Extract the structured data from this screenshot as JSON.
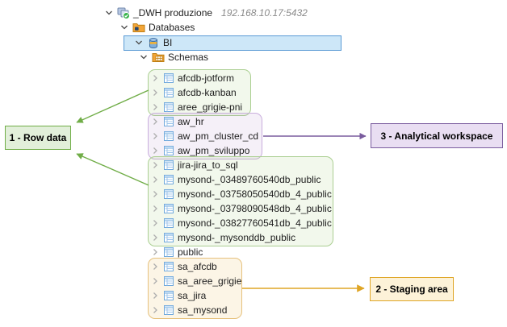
{
  "app": {
    "type": "database-navigator-tree"
  },
  "server": {
    "label": "_DWH produzione",
    "address": "192.168.10.17:5432"
  },
  "tree": {
    "databases_label": "Databases",
    "database_name": "BI",
    "schemas_label": "Schemas",
    "schema_groups": [
      {
        "id": "raw-data-1",
        "color": "green",
        "items": [
          "afcdb-jotform",
          "afcdb-kanban",
          "aree_grigie-pni"
        ]
      },
      {
        "id": "analytical-workspace",
        "color": "purple",
        "items": [
          "aw_hr",
          "aw_pm_cluster_cd",
          "aw_pm_sviluppo"
        ]
      },
      {
        "id": "raw-data-2",
        "color": "green",
        "items": [
          "jira-jira_to_sql",
          "mysond-_03489760540db_public",
          "mysond-_03758050540db_4_public",
          "mysond-_03798090548db_4_public",
          "mysond-_03827760541db_4_public",
          "mysond-_mysonddb_public"
        ]
      },
      {
        "id": "ungrouped",
        "color": null,
        "items": [
          "public"
        ]
      },
      {
        "id": "staging-area",
        "color": "orange",
        "items": [
          "sa_afcdb",
          "sa_aree_grigie",
          "sa_jira",
          "sa_mysond"
        ]
      }
    ]
  },
  "annotations": [
    {
      "id": "row-data",
      "label": "1 - Row data",
      "color": "#70ad47"
    },
    {
      "id": "staging-area",
      "label": "2 - Staging area",
      "color": "#dfa525"
    },
    {
      "id": "analytical-workspace",
      "label": "3 - Analytical workspace",
      "color": "#7a5c9e"
    }
  ],
  "colors": {
    "selection_fill": "#cde7f8",
    "selection_border": "#5b9bd5",
    "green_accent": "#70ad47",
    "purple_accent": "#7a5c9e",
    "gold_accent": "#dfa525",
    "server_address_text": "#8a8a8a"
  }
}
